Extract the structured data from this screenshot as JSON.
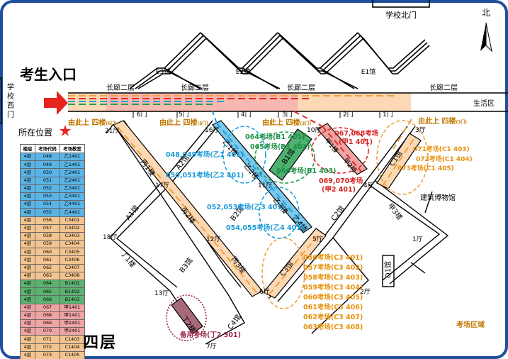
{
  "entrance": {
    "title": "考生入口",
    "side_gate": [
      "学",
      "校",
      "西",
      "门"
    ],
    "north_gate": "学校北门",
    "you_are_here": "所在位置"
  },
  "compass": "北",
  "corridor_label": "长廊二层",
  "living_area": "生活区",
  "area_legend": "考场区域",
  "floor_title": "四层",
  "upstairs": [
    {
      "text": "由此上 四楼",
      "note": "(6门)"
    },
    {
      "text": "由此上 四楼",
      "note": "(5门)"
    },
    {
      "text": "由此上 四楼",
      "note": "(2门)"
    },
    {
      "text": "由此上 四楼",
      "note": "(3门)"
    }
  ],
  "gates": [
    "6门",
    "5门",
    "4门",
    "3门",
    "2门",
    "1门"
  ],
  "halls": [
    "21厅",
    "16厅",
    "10厅",
    "3厅",
    "17厅",
    "11厅",
    "4厅",
    "18厅",
    "12厅",
    "5厅",
    "1厅",
    "13厅",
    "6厅",
    "2厅",
    "7厅"
  ],
  "buildings": {
    "bing1": "丙1楼",
    "bing2": "丙2楼",
    "bing3": "丙3楼",
    "a2": "A2馆",
    "a1": "A1馆",
    "b2": "B2馆",
    "b3": "B3馆",
    "ding1": "丁1楼",
    "ding2": "丁2楼",
    "yi1": "乙1楼",
    "yi2": "乙2楼",
    "yi3": "乙3楼",
    "yi4": "乙4楼",
    "b1": "B1馆",
    "jia1": "甲1楼",
    "jia2": "甲2楼",
    "c1": "C1馆",
    "c2": "C2馆",
    "c3": "C3馆",
    "c4": "C4馆",
    "d1": "D1馆",
    "jia3": "甲3楼",
    "e1": "E1馆",
    "e2": "E2馆",
    "e3": "E3馆",
    "museum": "建筑博物馆"
  },
  "exam_labels": {
    "yi1": "048,049考场(乙1 401)",
    "yi2": "050,051考场(乙2 401)",
    "yi3": "052,053考场(乙3 401)",
    "yi4": "054,055考场(乙4 401)",
    "b1a": "064考场(B1 401)",
    "b1b": "065考场(B1 402)",
    "b1c": "066考场(B1 403)",
    "jia1": "067,068考场",
    "jia1b": "(甲1 401)",
    "jia2": "069,070考场",
    "jia2b": "(甲2 401)",
    "c1": [
      "071考场(C1 403)",
      "072考场(C1 404)",
      "073考场(C1 405)"
    ],
    "c3": [
      "056考场(C3 401)",
      "057考场(C3 402)",
      "058考场(C3 403)",
      "059考场(C3 404)",
      "060考场(C3 405)",
      "061考场(C3 406)",
      "062考场(C3 407)",
      "063考场(C3 408)"
    ],
    "backup": "备用考场(丁2 301)"
  },
  "room_table": {
    "headers": [
      "楼层",
      "考场代码",
      "考场教室"
    ],
    "rows": [
      [
        "4层",
        "048",
        "乙1401"
      ],
      [
        "4层",
        "049",
        "乙1401"
      ],
      [
        "4层",
        "050",
        "乙2401"
      ],
      [
        "4层",
        "051",
        "乙2401"
      ],
      [
        "4层",
        "052",
        "乙3401"
      ],
      [
        "4层",
        "053",
        "乙3401"
      ],
      [
        "4层",
        "054",
        "乙4401"
      ],
      [
        "4层",
        "055",
        "乙4401"
      ],
      [
        "4层",
        "056",
        "C3401"
      ],
      [
        "4层",
        "057",
        "C3402"
      ],
      [
        "4层",
        "058",
        "C3403"
      ],
      [
        "4层",
        "059",
        "C3404"
      ],
      [
        "4层",
        "060",
        "C3405"
      ],
      [
        "4层",
        "061",
        "C3406"
      ],
      [
        "4层",
        "062",
        "C3407"
      ],
      [
        "4层",
        "063",
        "C3408"
      ],
      [
        "4层",
        "064",
        "B1401"
      ],
      [
        "4层",
        "065",
        "B1402"
      ],
      [
        "4层",
        "066",
        "B1403"
      ],
      [
        "4层",
        "067",
        "甲1401"
      ],
      [
        "4层",
        "068",
        "甲1401"
      ],
      [
        "4层",
        "069",
        "甲2401"
      ],
      [
        "4层",
        "070",
        "甲2401"
      ],
      [
        "4层",
        "071",
        "C1403"
      ],
      [
        "4层",
        "072",
        "C1404"
      ],
      [
        "4层",
        "073",
        "C1405"
      ]
    ],
    "row_colors": [
      "#5ab4e6",
      "#5ab4e6",
      "#5ab4e6",
      "#5ab4e6",
      "#5ab4e6",
      "#5ab4e6",
      "#5ab4e6",
      "#5ab4e6",
      "#f3c48f",
      "#f3c48f",
      "#f3c48f",
      "#f3c48f",
      "#f3c48f",
      "#f3c48f",
      "#f3c48f",
      "#f3c48f",
      "#5cb270",
      "#5cb270",
      "#5cb270",
      "#f0a3a3",
      "#f0a3a3",
      "#f0a3a3",
      "#f0a3a3",
      "#f3c48f",
      "#f3c48f",
      "#f3c48f"
    ]
  },
  "colors": {
    "frame": "#1f4e9c",
    "orange": "#f0a040",
    "blue": "#1aa3e0",
    "green": "#22a050",
    "red": "#e02a2a",
    "maroon": "#9c2a4a",
    "gold": "#e8a000"
  }
}
